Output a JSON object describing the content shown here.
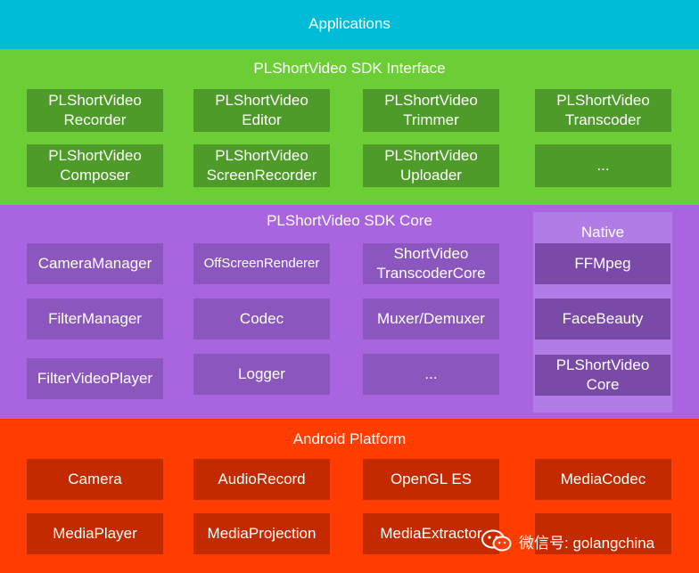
{
  "applications": {
    "title": "Applications"
  },
  "sdk_interface": {
    "title": "PLShortVideo SDK Interface",
    "boxes": [
      "PLShortVideo\nRecorder",
      "PLShortVideo\nEditor",
      "PLShortVideo\nTrimmer",
      "PLShortVideo\nTranscoder",
      "PLShortVideo\nComposer",
      "PLShortVideo\nScreenRecorder",
      "PLShortVideo\nUploader",
      "..."
    ]
  },
  "sdk_core": {
    "title": "PLShortVideo SDK Core",
    "boxes": [
      "CameraManager",
      "OffScreenRenderer",
      "ShortVideo\nTranscoderCore",
      "FilterManager",
      "Codec",
      "Muxer/Demuxer",
      "FilterVideoPlayer",
      "Logger",
      "..."
    ],
    "native": {
      "title": "Native",
      "boxes": [
        "FFMpeg",
        "FaceBeauty",
        "PLShortVideo\nCore"
      ]
    }
  },
  "android_platform": {
    "title": "Android Platform",
    "boxes": [
      "Camera",
      "AudioRecord",
      "OpenGL ES",
      "MediaCodec",
      "MediaPlayer",
      "MediaProjection",
      "MediaExtractor"
    ]
  },
  "watermark": {
    "text": "微信号: golangchina"
  }
}
